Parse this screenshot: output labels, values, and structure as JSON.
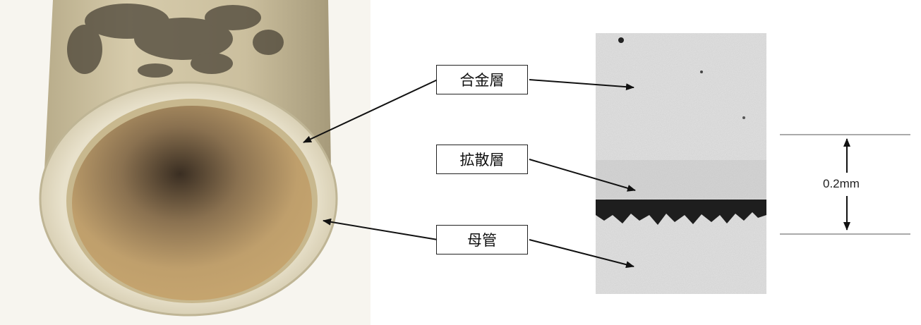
{
  "labels": {
    "alloy_layer": "合金層",
    "diffusion_layer": "拡散層",
    "base_tube": "母管"
  },
  "scale": {
    "value_text": "0.2mm"
  },
  "colors": {
    "tube_outer": "#c9bc9a",
    "tube_rim": "#ece6d2",
    "tube_inner": "#b89a68",
    "micrograph_light": "#d8d8d8",
    "micrograph_dark": "#2a2a2a",
    "arrow": "#111111"
  }
}
